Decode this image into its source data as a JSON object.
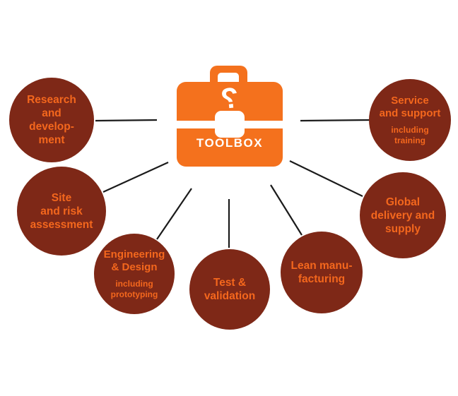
{
  "colors": {
    "orange": "#f4711d",
    "maroon": "#7e2817",
    "node-text": "#f4671d",
    "connector": "#1b1b1b",
    "white": "#ffffff",
    "bg": "#ffffff"
  },
  "toolbox": {
    "label": "TOOLBOX",
    "icon": "question-mark",
    "glyph": "?"
  },
  "nodes": [
    {
      "id": "research-development",
      "title_lines": [
        "Research",
        "and",
        "develop-",
        "ment"
      ],
      "subtitle_lines": []
    },
    {
      "id": "site-risk-assessment",
      "title_lines": [
        "Site",
        "and risk",
        "assessment"
      ],
      "subtitle_lines": []
    },
    {
      "id": "engineering-design",
      "title_lines": [
        "Engineering",
        "& Design"
      ],
      "subtitle_lines": [
        "including",
        "prototyping"
      ]
    },
    {
      "id": "test-validation",
      "title_lines": [
        "Test &",
        "validation"
      ],
      "subtitle_lines": []
    },
    {
      "id": "lean-manufacturing",
      "title_lines": [
        "Lean manu-",
        "facturing"
      ],
      "subtitle_lines": []
    },
    {
      "id": "global-delivery-supply",
      "title_lines": [
        "Global",
        "delivery and",
        "supply"
      ],
      "subtitle_lines": []
    },
    {
      "id": "service-support",
      "title_lines": [
        "Service",
        "and support"
      ],
      "subtitle_lines": [
        "including",
        "training"
      ]
    }
  ]
}
